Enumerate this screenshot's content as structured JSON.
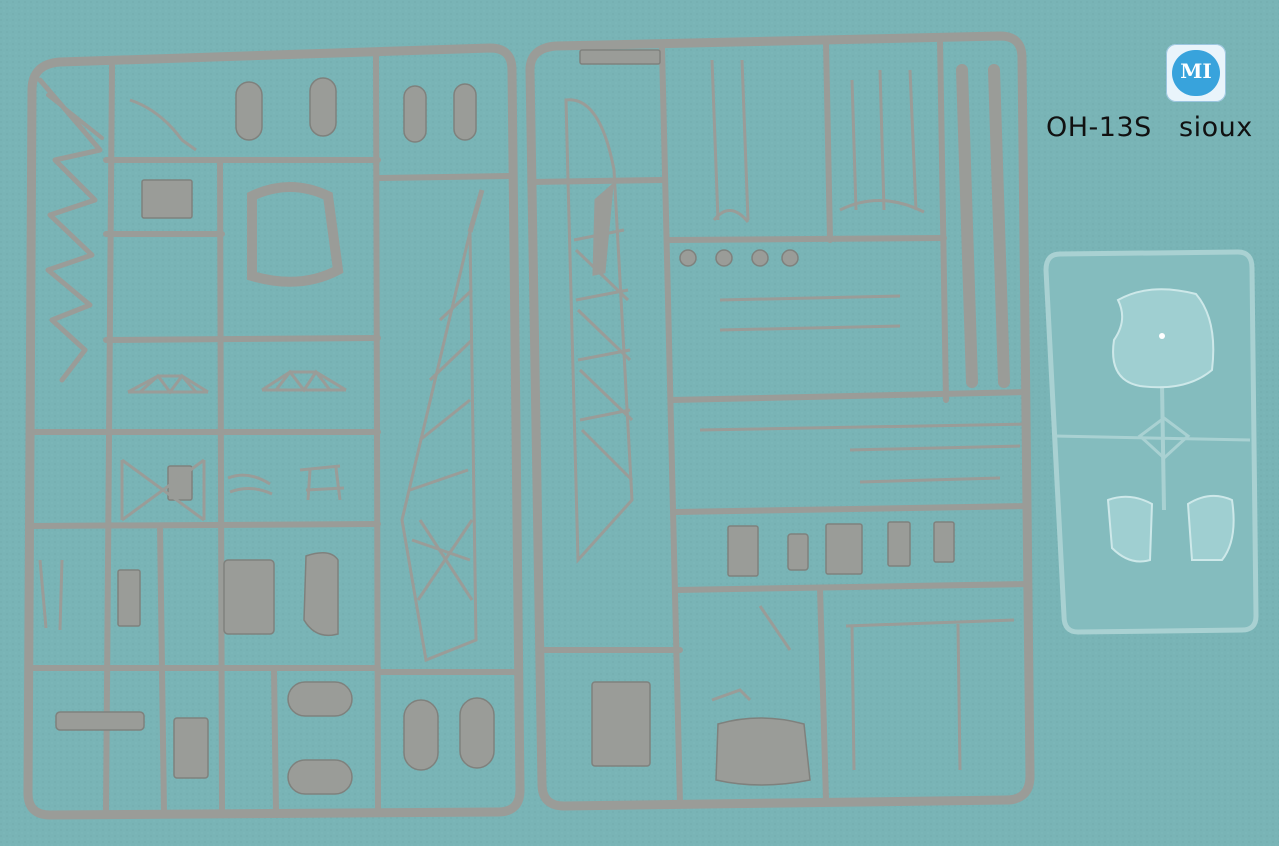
{
  "caption": "OH-13S   sioux",
  "logo": {
    "text": "MI",
    "icon": "mi-brand-logo"
  },
  "colors": {
    "background": "#79b4b6",
    "sprue": "#9a9c98",
    "sprue_dark": "#7f817d",
    "clear_sprue": "#a9d1d2",
    "logo_blue": "#38a3dc"
  }
}
